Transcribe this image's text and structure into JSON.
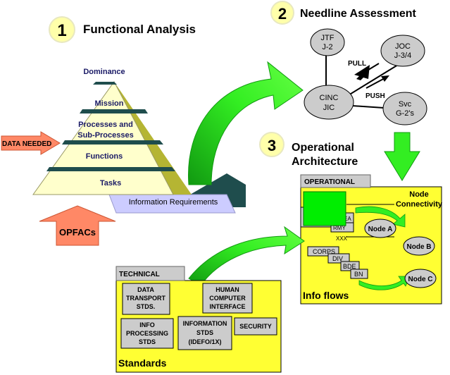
{
  "step1": {
    "number": "1",
    "title": "Functional Analysis"
  },
  "step2": {
    "number": "2",
    "title": "Needline Assessment"
  },
  "step3": {
    "number": "3",
    "title_line1": "Operational",
    "title_line2": "Architecture"
  },
  "pyramid": {
    "levels": [
      "Dominance",
      "Mission",
      "Processes and",
      "Sub-Processes",
      "Functions",
      "Tasks"
    ],
    "information_requirements": "Information Requirements",
    "data_needed": "DATA NEEDED",
    "opfacs": "OPFACs"
  },
  "needline": {
    "jtf": [
      "JTF",
      "J-2"
    ],
    "joc": [
      "JOC",
      "J-3/4"
    ],
    "cinc": [
      "CINC",
      "JIC"
    ],
    "svc": [
      "Svc",
      "G-2's"
    ],
    "pull": "PULL",
    "push": "PUSH"
  },
  "operational": {
    "tab": "OPERATIONAL",
    "node_connectivity": [
      "Node",
      "Connectivity"
    ],
    "nodes": [
      "Node A",
      "Node B",
      "Node C"
    ],
    "stack_fragments": [
      "EA",
      "RMY",
      "XXX"
    ],
    "echelons": [
      "CORPS",
      "DIV",
      "BDE",
      "BN"
    ],
    "info_flows": "Info flows"
  },
  "technical": {
    "tab": "TECHNICAL",
    "boxes": {
      "data_transport": [
        "DATA",
        "TRANSPORT",
        "STDS."
      ],
      "human_computer": [
        "HUMAN",
        "COMPUTER",
        "INTERFACE"
      ],
      "info_processing": [
        "INFO",
        "PROCESSING",
        "STDS"
      ],
      "information_stds": [
        "INFORMATION",
        "STDS",
        "(IDEFO/1X)"
      ],
      "security": "SECURITY"
    },
    "standards": "Standards"
  },
  "colors": {
    "pyramid_fill": "#ffffcc",
    "pyramid_band": "#1f4d4d",
    "pyramid_side": "#b5b533",
    "green_arrow": "#33ee22",
    "yellow_panel": "#ffff33",
    "gray_box": "#cccccc",
    "salmon_arrow": "#ff8866",
    "info_req_fill": "#ccccff",
    "number_circle": "#ffffaa"
  }
}
